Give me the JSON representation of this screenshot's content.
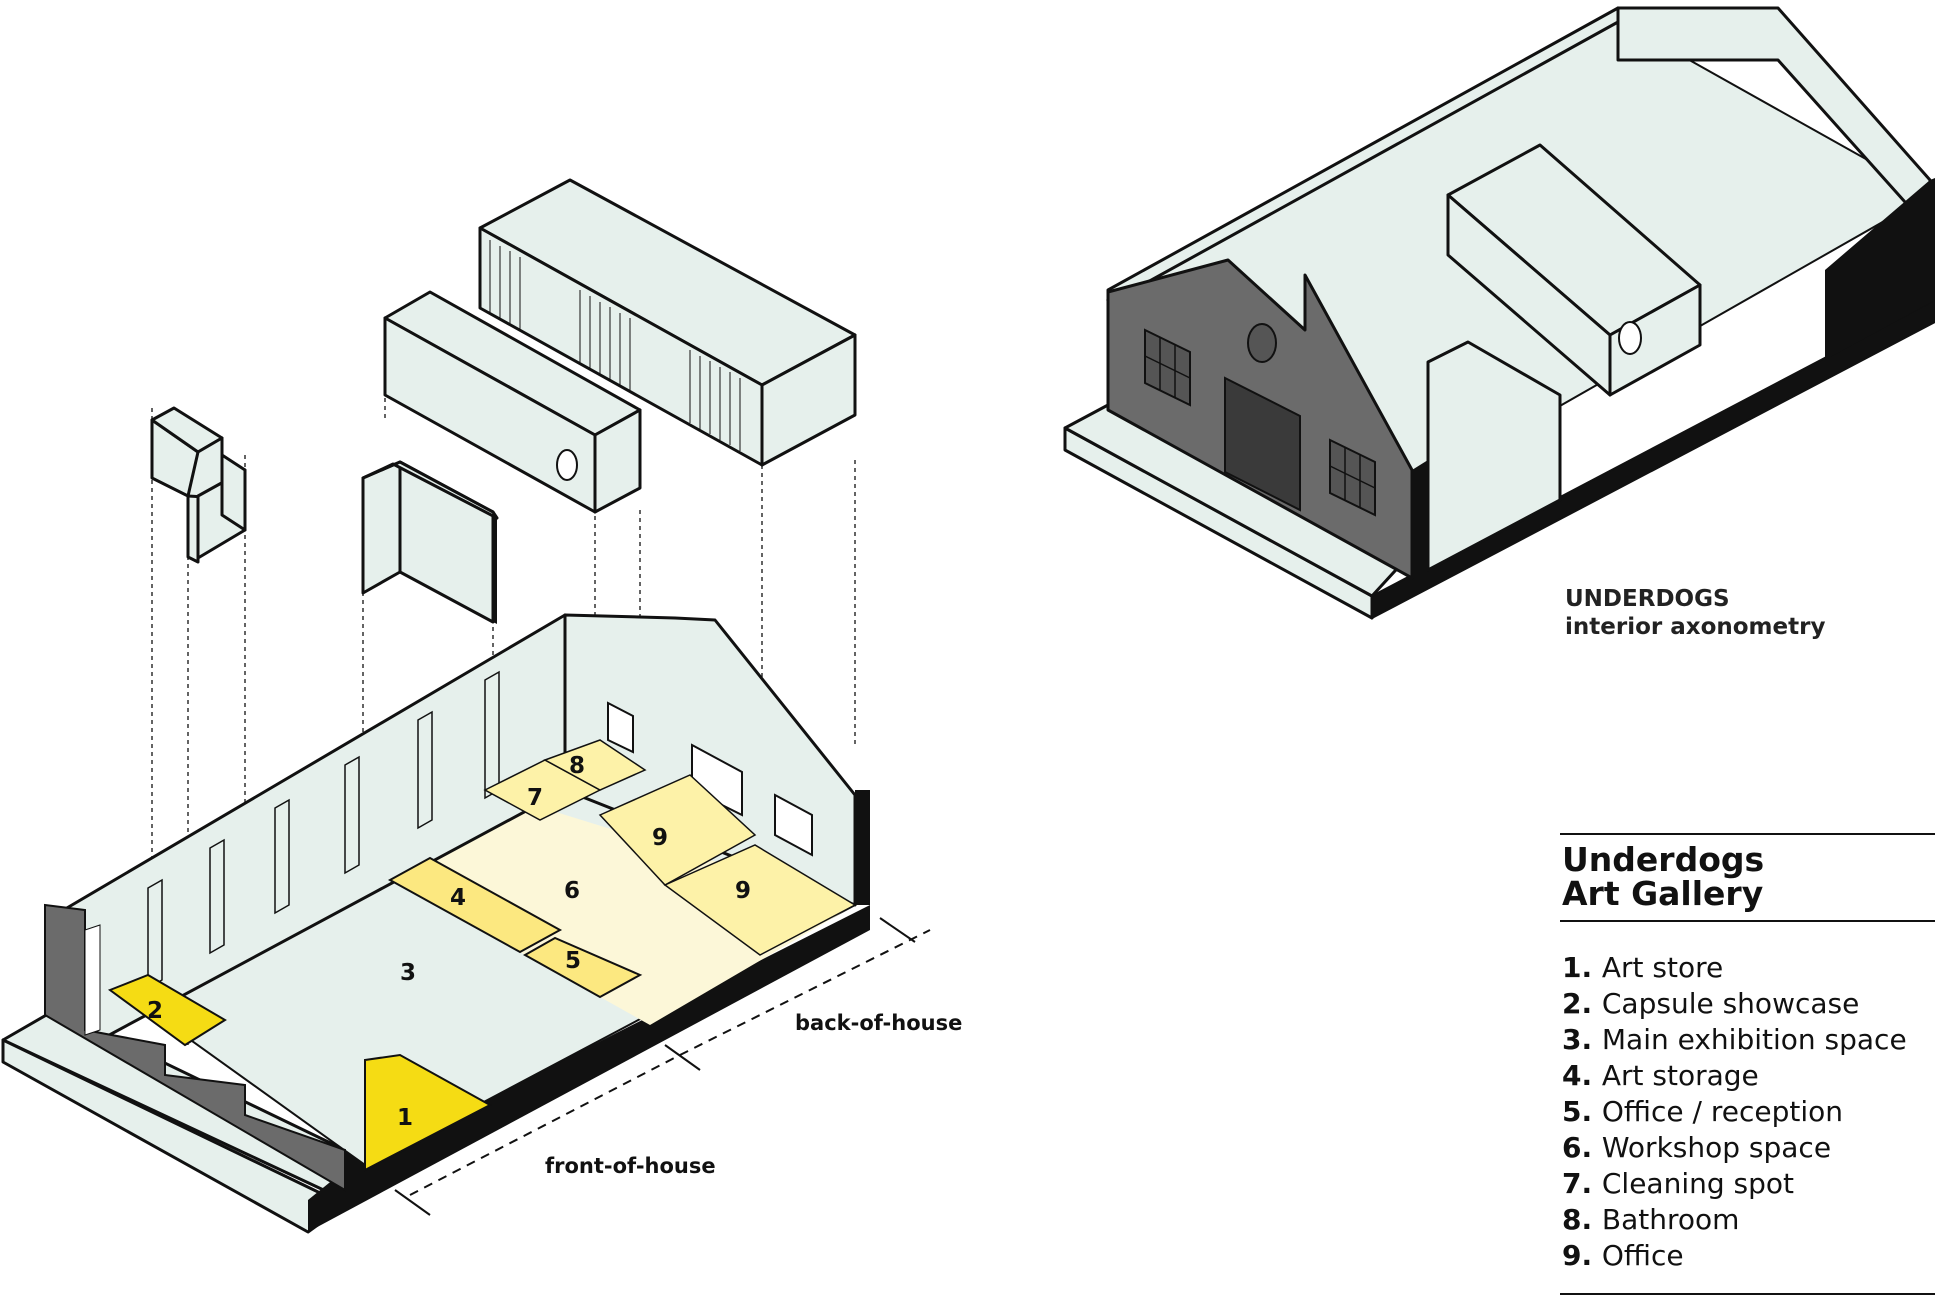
{
  "labels": {
    "back_of_house": "back-of-house",
    "front_of_house": "front-of-house",
    "caption_line1": "UNDERDOGS",
    "caption_line2": "interior axonometry"
  },
  "legend": {
    "title_line1": "Underdogs",
    "title_line2": "Art Gallery",
    "items": [
      {
        "num": "1.",
        "label": "Art store"
      },
      {
        "num": "2.",
        "label": "Capsule showcase"
      },
      {
        "num": "3.",
        "label": "Main exhibition space"
      },
      {
        "num": "4.",
        "label": "Art storage"
      },
      {
        "num": "5.",
        "label": "Office / reception"
      },
      {
        "num": "6.",
        "label": "Workshop space"
      },
      {
        "num": "7.",
        "label": "Cleaning spot"
      },
      {
        "num": "8.",
        "label": "Bathroom"
      },
      {
        "num": "9.",
        "label": "Office"
      }
    ]
  },
  "rooms": {
    "r1": "1",
    "r2": "2",
    "r3": "3",
    "r4": "4",
    "r5": "5",
    "r6": "6",
    "r7": "7",
    "r8": "8",
    "r9a": "9",
    "r9b": "9"
  },
  "colors": {
    "wall": "#e6f0ec",
    "facade_dark": "#6b6b6b",
    "highlight_yellow": "#f5dc14",
    "pale_yellow": "#fdf2a8",
    "cream": "#fcf7d8",
    "outline": "#111111"
  }
}
